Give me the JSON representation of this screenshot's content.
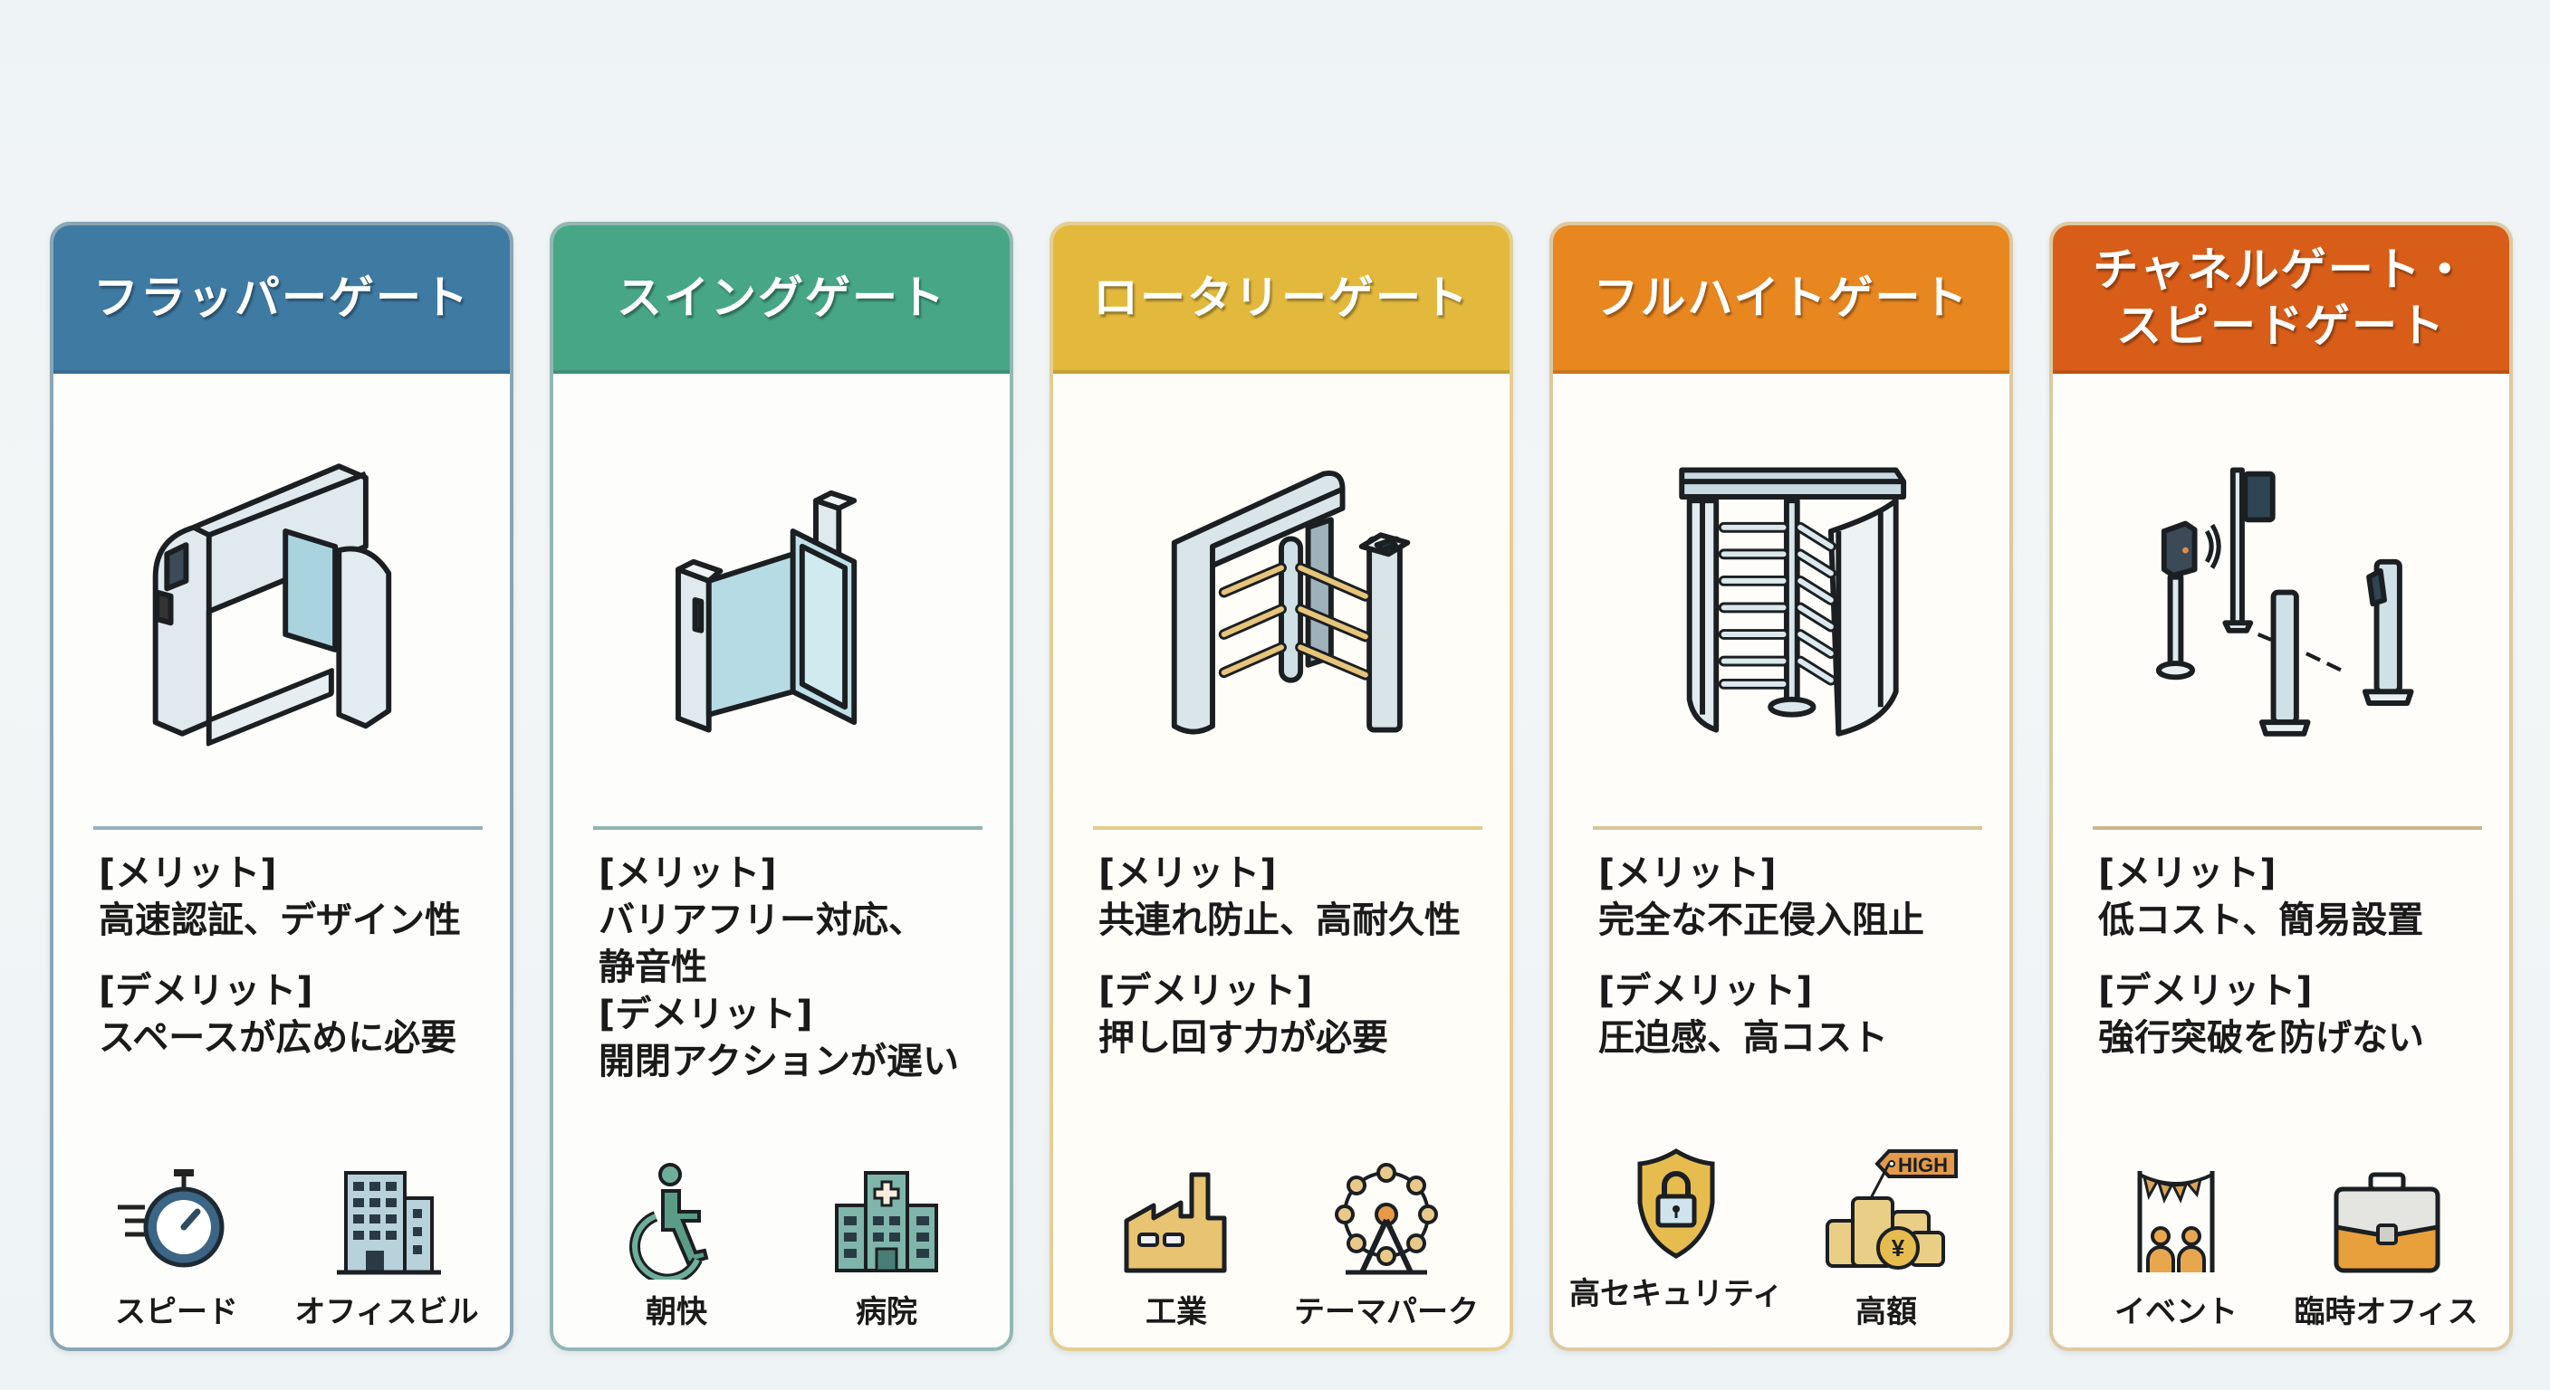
{
  "cards": [
    {
      "title": "フラッパーゲート",
      "color": "#3f7aa3",
      "merit_label": "[メリット]",
      "merit": "高速認証、デザイン性",
      "demerit_label": "[デメリット]",
      "demerit": "スペースが広めに必要",
      "illustration": "flapper-gate",
      "icons": [
        {
          "name": "stopwatch-icon",
          "label": "スピード"
        },
        {
          "name": "office-building-icon",
          "label": "オフィスビル"
        }
      ]
    },
    {
      "title": "スイングゲート",
      "color": "#46a686",
      "merit_label": "[メリット]",
      "merit": "バリアフリー対応、静音性",
      "merit_line1": "バリアフリー対応、",
      "merit_line2": "静音性",
      "demerit_label": "[デメリット]",
      "demerit": "開閉アクションが遅い",
      "illustration": "swing-gate",
      "icons": [
        {
          "name": "wheelchair-icon",
          "label": "朝快"
        },
        {
          "name": "hospital-icon",
          "label": "病院"
        }
      ]
    },
    {
      "title": "ロータリーゲート",
      "color": "#e2b93d",
      "merit_label": "[メリット]",
      "merit": "共連れ防止、高耐久性",
      "demerit_label": "[デメリット]",
      "demerit": "押し回す力が必要",
      "illustration": "rotary-gate",
      "icons": [
        {
          "name": "factory-icon",
          "label": "工業"
        },
        {
          "name": "ferris-wheel-icon",
          "label": "テーマパーク"
        }
      ]
    },
    {
      "title": "フルハイトゲート",
      "color": "#e8861f",
      "merit_label": "[メリット]",
      "merit": "完全な不正侵入阻止",
      "demerit_label": "[デメリット]",
      "demerit": "圧迫感、高コスト",
      "illustration": "full-height-gate",
      "icons": [
        {
          "name": "security-shield-lock-icon",
          "label": "高セキュリティ"
        },
        {
          "name": "coins-high-price-icon",
          "label": "高額",
          "tag": "HIGH"
        }
      ]
    },
    {
      "title": "チャネルゲート・スピードゲート",
      "title_line1": "チャネルゲート・",
      "title_line2": "スピードゲート",
      "color": "#d85d18",
      "merit_label": "[メリット]",
      "merit": "低コスト、簡易設置",
      "demerit_label": "[デメリット]",
      "demerit": "強行突破を防げない",
      "illustration": "channel-speed-gate",
      "icons": [
        {
          "name": "event-bunting-icon",
          "label": "イベント"
        },
        {
          "name": "briefcase-icon",
          "label": "臨時オフィス"
        }
      ]
    }
  ]
}
